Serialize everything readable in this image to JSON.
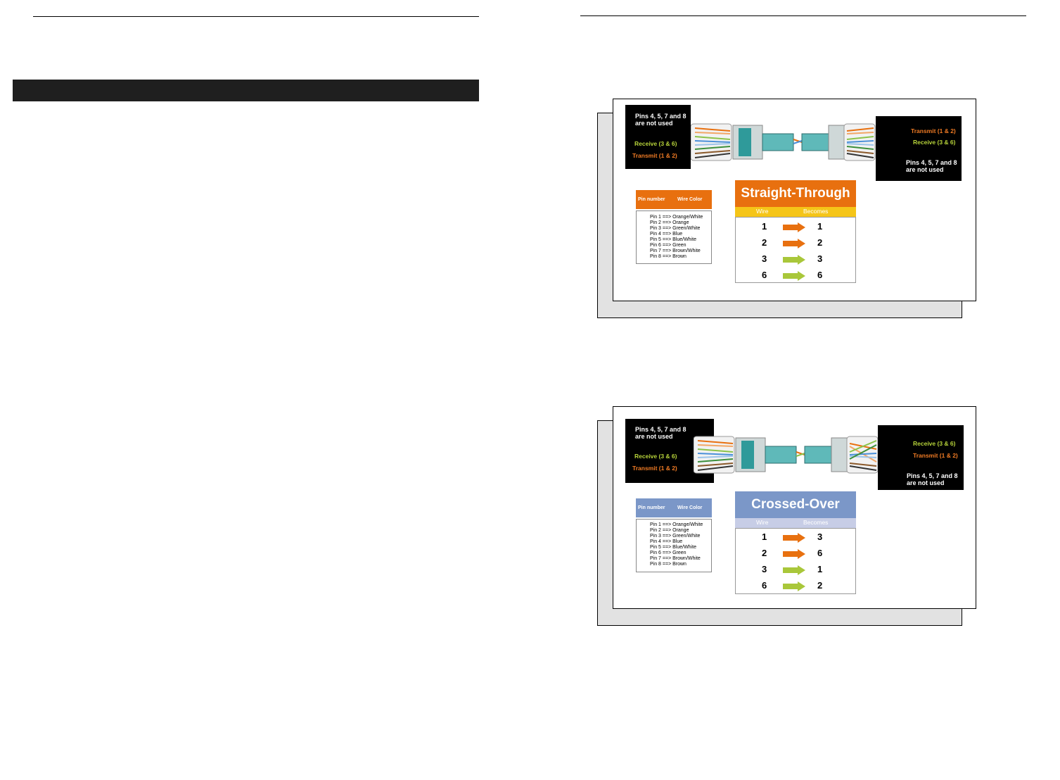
{
  "colors": {
    "orange": "#e8700f",
    "yellow": "#f5c518",
    "periwinkle": "#7b97c8",
    "lavender": "#c7cde6",
    "arrow_orange": "#e8700f",
    "arrow_green": "#a9c73a"
  },
  "straight": {
    "left_unused": "Pins 4, 5, 7 and 8\nare not used",
    "left_receive": "Receive (3 & 6)",
    "left_transmit": "Transmit (1 & 2)",
    "right_transmit": "Transmit (1 & 2)",
    "right_receive": "Receive (3 & 6)",
    "right_unused": "Pins 4, 5, 7 and 8\nare not used",
    "pin_header": {
      "col1": "Pin number",
      "col2": "Wire Color"
    },
    "pins": [
      "Pin 1 ==> Orange/White",
      "Pin 2 ==> Orange",
      "Pin 3 ==> Green/White",
      "Pin 4 ==> Blue",
      "Pin 5 ==> Blue/White",
      "Pin 6 ==> Green",
      "Pin 7 ==> Brown/White",
      "Pin 8 ==> Brown"
    ],
    "title": "Straight-Through",
    "col_wire": "Wire",
    "col_becomes": "Becomes",
    "rows": [
      {
        "from": "1",
        "to": "1",
        "arrow": "orange"
      },
      {
        "from": "2",
        "to": "2",
        "arrow": "orange"
      },
      {
        "from": "3",
        "to": "3",
        "arrow": "green"
      },
      {
        "from": "6",
        "to": "6",
        "arrow": "green"
      }
    ]
  },
  "crossed": {
    "left_unused": "Pins 4, 5, 7 and 8\nare not used",
    "left_receive": "Receive (3 & 6)",
    "left_transmit": "Transmit (1 & 2)",
    "right_receive": "Receive (3 & 6)",
    "right_transmit": "Transmit (1 & 2)",
    "right_unused": "Pins 4, 5, 7 and 8\nare not used",
    "pin_header": {
      "col1": "Pin number",
      "col2": "Wire Color"
    },
    "pins": [
      "Pin 1 ==> Orange/White",
      "Pin 2 ==> Orange",
      "Pin 3 ==> Green/White",
      "Pin 4 ==> Blue",
      "Pin 5 ==> Blue/White",
      "Pin 6 ==> Green",
      "Pin 7 ==> Brown/White",
      "Pin 8 ==> Brown"
    ],
    "title": "Crossed-Over",
    "col_wire": "Wire",
    "col_becomes": "Becomes",
    "rows": [
      {
        "from": "1",
        "to": "3",
        "arrow": "orange"
      },
      {
        "from": "2",
        "to": "6",
        "arrow": "orange"
      },
      {
        "from": "3",
        "to": "1",
        "arrow": "green"
      },
      {
        "from": "6",
        "to": "2",
        "arrow": "green"
      }
    ]
  }
}
